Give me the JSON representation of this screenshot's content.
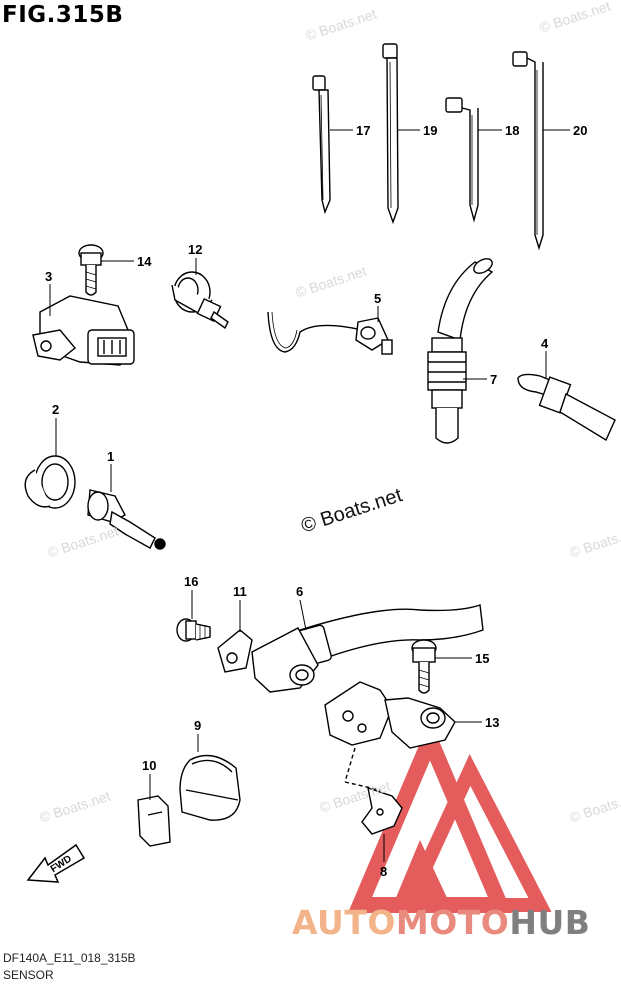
{
  "figure": {
    "title": "FIG.315B",
    "code": "DF140A_E11_018_315B",
    "name": "SENSOR"
  },
  "watermark": {
    "center": "© Boats.net",
    "repeat": "© Boats.net"
  },
  "logo": {
    "part1": "AUTO",
    "part2": "MOTO",
    "part3": "HUB",
    "colors": {
      "auto": "#f3b48a",
      "moto": "#e98a7e",
      "hub": "#7f7f7f",
      "triangle": "#e04040"
    }
  },
  "fwd_label": "FWD",
  "callouts": {
    "c1": "1",
    "c2": "2",
    "c3": "3",
    "c4": "4",
    "c5": "5",
    "c6": "6",
    "c7": "7",
    "c8": "8",
    "c9": "9",
    "c10": "10",
    "c11": "11",
    "c12": "12",
    "c13": "13",
    "c14": "14",
    "c15": "15",
    "c16": "16",
    "c17": "17",
    "c18": "18",
    "c19": "19",
    "c20": "20"
  }
}
